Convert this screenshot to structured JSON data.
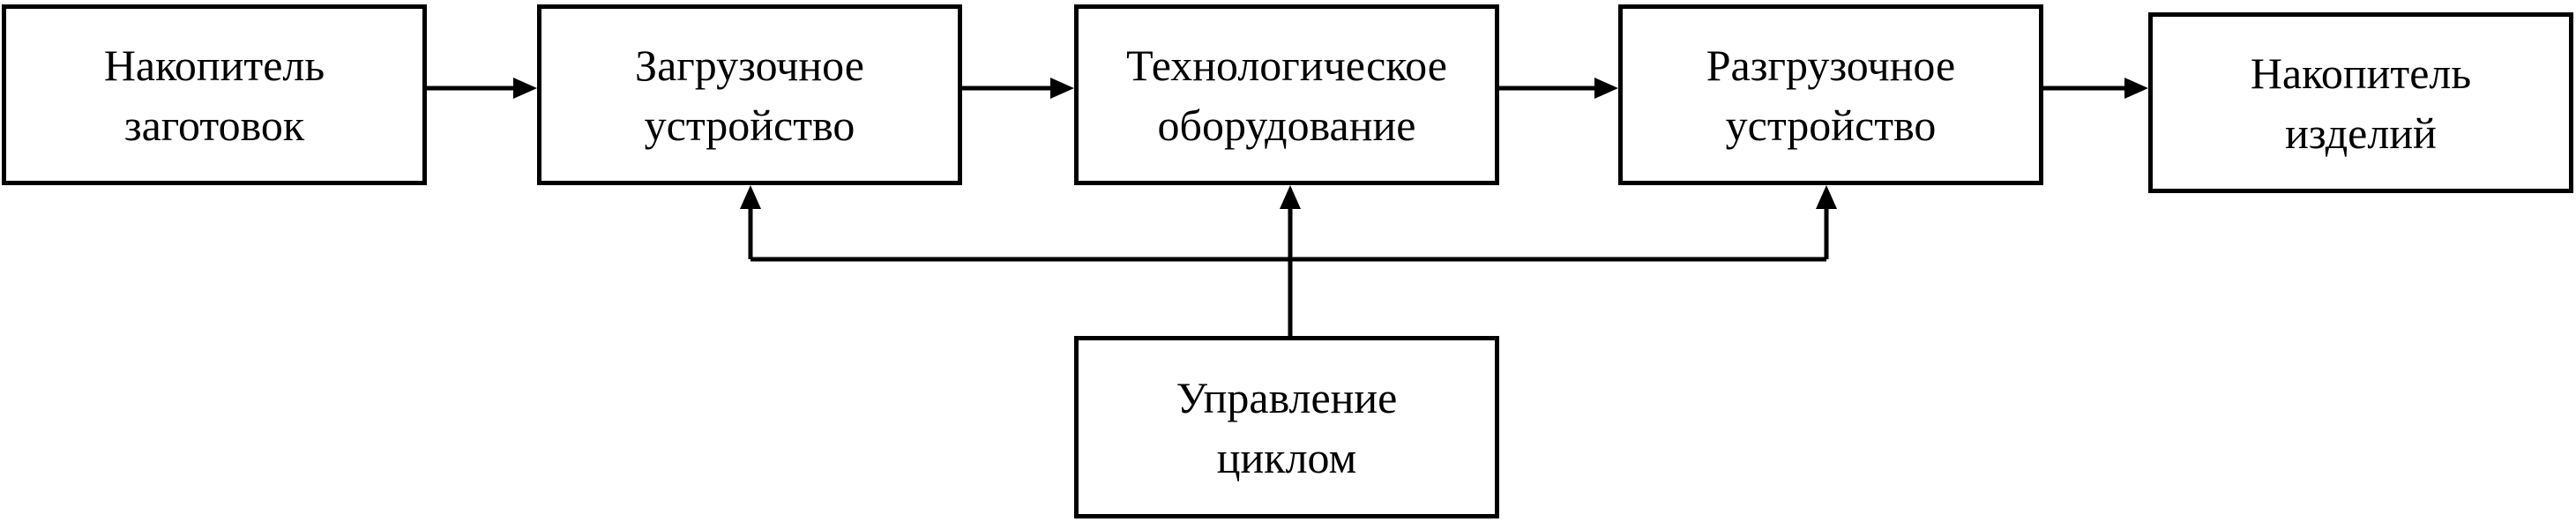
{
  "diagram": {
    "nodes": {
      "storage_blanks": {
        "label": "Накопитель\nзаготовок"
      },
      "loader": {
        "label": "Загрузочное\nустройство"
      },
      "equipment": {
        "label": "Технологическое\nоборудование"
      },
      "unloader": {
        "label": "Разгрузочное\nустройство"
      },
      "storage_products": {
        "label": "Накопитель\nизделий"
      },
      "cycle_control": {
        "label": "Управление\nциклом"
      }
    },
    "edges": [
      {
        "from": "storage_blanks",
        "to": "loader"
      },
      {
        "from": "loader",
        "to": "equipment"
      },
      {
        "from": "equipment",
        "to": "unloader"
      },
      {
        "from": "unloader",
        "to": "storage_products"
      },
      {
        "from": "cycle_control",
        "to": "loader"
      },
      {
        "from": "cycle_control",
        "to": "equipment"
      },
      {
        "from": "cycle_control",
        "to": "unloader"
      }
    ]
  }
}
